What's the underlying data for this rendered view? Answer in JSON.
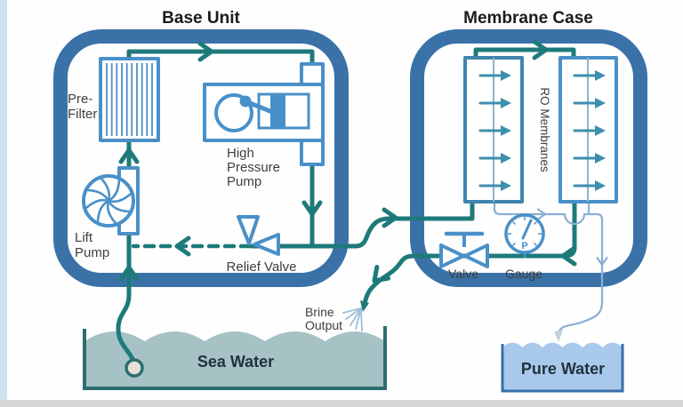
{
  "colors": {
    "page_bg": "#fefefe",
    "edge_strip": "#cfe2ee",
    "bottom_strip": "#d5d7d5",
    "frame": "#3a72a8",
    "component": "#4a90c8",
    "component2": "#3f85ad",
    "pipe": "#1e7a7a",
    "membrane_arrow": "#3d8fae",
    "membrane_divider": "#8fb4cc",
    "permeate": "#8aafd4",
    "spray": "#9cc0d6",
    "nozzle_fill": "#c6cfd6",
    "strainer_fill": "#e7e0da",
    "seawater_fill": "#a6c2c4",
    "seawater_border": "#2c6e70",
    "purewater_fill": "#a9c9ec",
    "purewater_border": "#3a6fa8",
    "title_text": "#1b1b1b",
    "label_text": "#3f3f3f",
    "tank_text": "#20333e"
  },
  "base_unit": {
    "title": "Base Unit",
    "pre_filter": {
      "line1": "Pre-",
      "line2": "Filter"
    },
    "high_pressure_pump": {
      "line1": "High",
      "line2": "Pressure",
      "line3": "Pump"
    },
    "lift_pump": {
      "line1": "Lift",
      "line2": "Pump"
    },
    "relief_valve": {
      "label": "Relief Valve"
    }
  },
  "membrane_case": {
    "title": "Membrane Case",
    "ro_membranes": {
      "label": "RO Membranes"
    },
    "valve": {
      "label": "Valve"
    },
    "gauge": {
      "label": "Gauge",
      "dial_letter": "P"
    }
  },
  "brine_output": {
    "line1": "Brine",
    "line2": "Output"
  },
  "sea_water": {
    "label": "Sea Water"
  },
  "pure_water": {
    "label": "Pure Water"
  }
}
